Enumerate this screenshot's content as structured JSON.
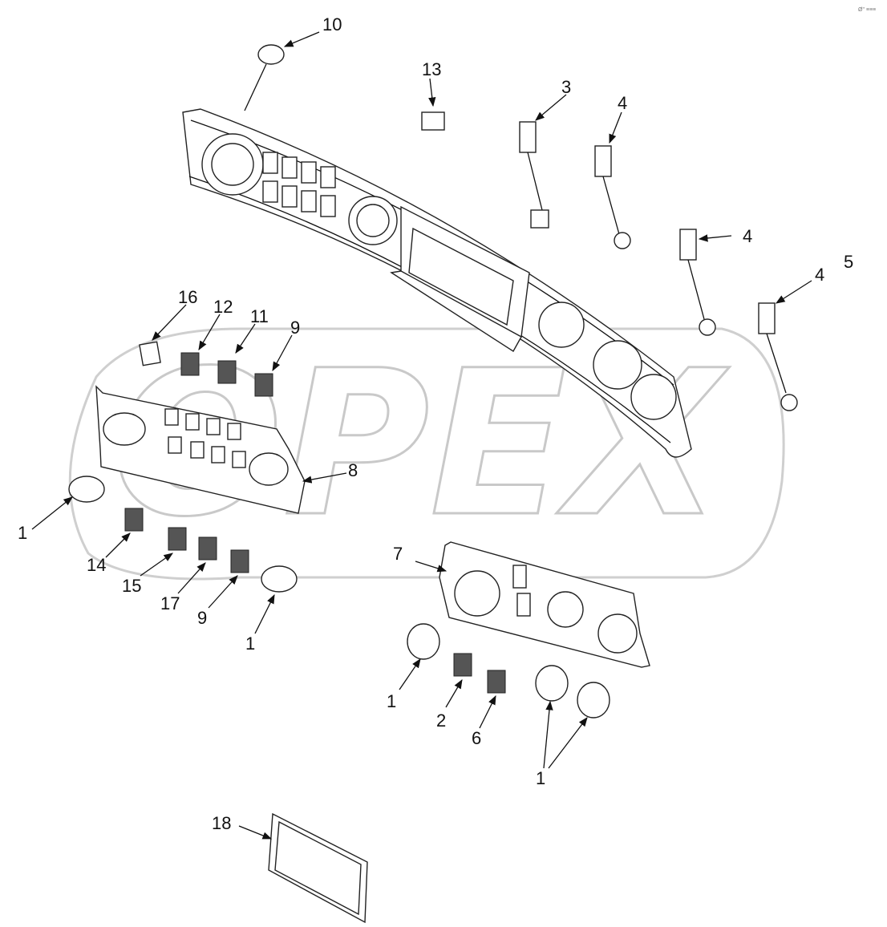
{
  "diagram": {
    "watermark": "OPEX",
    "corner_mark": "Ø\" ≡≡≡",
    "callouts": {
      "c1a": "1",
      "c1b": "1",
      "c1c": "1",
      "c1d": "1",
      "c2": "2",
      "c3": "3",
      "c4a": "4",
      "c4b": "4",
      "c4c": "4",
      "c5": "5",
      "c6": "6",
      "c7": "7",
      "c8": "8",
      "c9a": "9",
      "c9b": "9",
      "c10": "10",
      "c11": "11",
      "c12": "12",
      "c13": "13",
      "c14": "14",
      "c15": "15",
      "c16": "16",
      "c17": "17",
      "c18": "18"
    }
  }
}
